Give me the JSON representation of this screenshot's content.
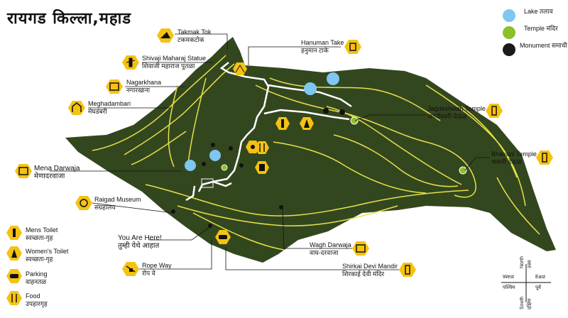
{
  "title": "रायगड किल्ला,महाड",
  "legend": {
    "lake": {
      "en": "Lake",
      "mr": "तलाव",
      "color": "#7fc6f0"
    },
    "temple": {
      "en": "Temple",
      "mr": "मंदिर",
      "color": "#8cbf2a"
    },
    "monument": {
      "en": "Monument",
      "mr": "समाधी",
      "color": "#1a1a1a"
    }
  },
  "amenities": [
    {
      "en": "Mens Toilet",
      "mr": "स्वच्छता-गृह",
      "icon": "mens-toilet-icon"
    },
    {
      "en": "Women's Toilet",
      "mr": "स्वच्छता-गृह",
      "icon": "womens-toilet-icon"
    },
    {
      "en": "Parking",
      "mr": "वाहनतळ",
      "icon": "parking-icon"
    },
    {
      "en": "Food",
      "mr": "उपहारगृह",
      "icon": "food-icon"
    }
  ],
  "places": {
    "takmak": {
      "en": "Takmak Tok",
      "mr": "टकमकटोक"
    },
    "shivaji": {
      "en": "Shivaji Maharaj Statue",
      "mr": "शिवाजी महाराज पुतळा"
    },
    "nagarkhana": {
      "en": "Nagarkhana",
      "mr": "नगारखाना"
    },
    "meghadambari": {
      "en": "Meghadambari",
      "mr": "मेघडंबरी"
    },
    "mena": {
      "en": "Mena Darwaja",
      "mr": "मेणादरवाजा"
    },
    "museum": {
      "en": "Raigad Museum",
      "mr": "संग्रहालय"
    },
    "youarehere": {
      "en": "You Are Here!",
      "mr": "तुम्ही येथे आहात"
    },
    "ropeway": {
      "en": "Rope Way",
      "mr": "रोप वे"
    },
    "hanuman": {
      "en": "Hanuman Take",
      "mr": "हनुमान टाके"
    },
    "jagdeshwari": {
      "en": "Jagdeshwari Temple",
      "mr": "जगदीश्वरी-देऊळ"
    },
    "bhavani": {
      "en": "Bhavani Temple",
      "mr": "भवानी देऊळ"
    },
    "wagh": {
      "en": "Wagh Darwaja",
      "mr": "वाघ-दरवाजा"
    },
    "shirkai": {
      "en": "Shirkai Devi Mandir",
      "mr": "शिरकाई देवी मंदिर"
    }
  },
  "compass": {
    "north": "North",
    "north_mr": "उत्तर",
    "south": "South",
    "south_mr": "दक्षिण",
    "east": "East",
    "east_mr": "पूर्व",
    "west": "West",
    "west_mr": "पश्चिम"
  },
  "colors": {
    "plateau": "#33471f",
    "path": "#ffffff",
    "contour": "#e8e04a",
    "marker": "#f5c211"
  }
}
